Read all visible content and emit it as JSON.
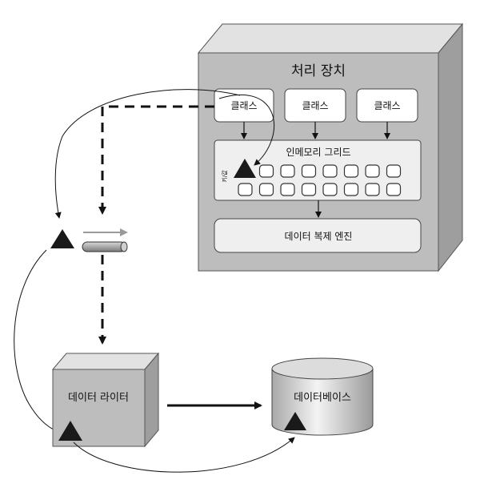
{
  "processing_unit": {
    "title": "처리 장치",
    "classes": [
      "클래스",
      "클래스",
      "클래스"
    ],
    "grid": {
      "title": "인메모리 그리드",
      "side_label": "키/값",
      "rows": 2,
      "cols": 8
    },
    "replication_engine": "데이터 복제 엔진"
  },
  "data_writer": {
    "label": "데이터 라이터"
  },
  "database": {
    "label": "데이터베이스"
  },
  "colors": {
    "box_fill": "#bdbdbd",
    "box_side": "#9e9e9e",
    "box_top": "#e0e0e0",
    "panel_fill": "#eeeeee",
    "line": "#111111"
  }
}
